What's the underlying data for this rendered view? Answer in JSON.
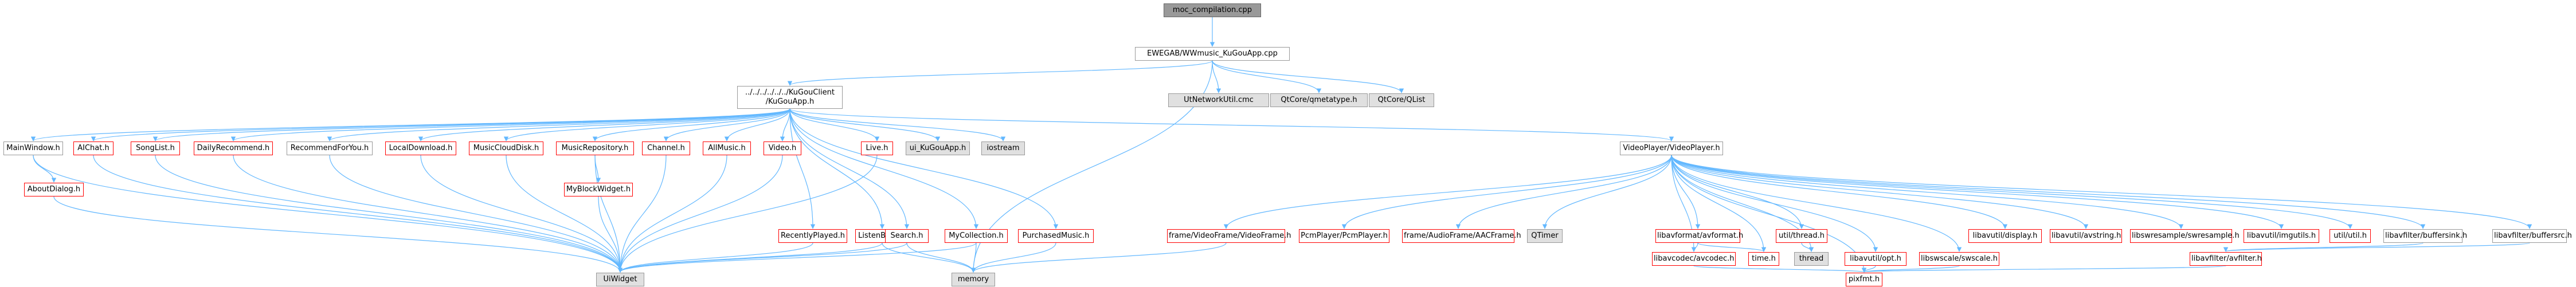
{
  "diagram": {
    "nodes": {
      "n_root": "moc_compilation.cpp",
      "n_kugou_cpp": "EWEGAB/WWmusic_KuGouApp.cpp",
      "n_kugou_h_l1": "../../../../../../KuGouClient",
      "n_kugou_h_l2": "/KuGouApp.h",
      "n_netutil": "UtNetworkUtil.cmc",
      "n_metatype": "QtCore/qmetatype.h",
      "n_qlist": "QtCore/QList",
      "n_mainwindow": "MainWindow.h",
      "n_aichat": "AIChat.h",
      "n_songlist": "SongList.h",
      "n_dailyrecommend": "DailyRecommend.h",
      "n_recommendforyou": "RecommendForYou.h",
      "n_localdownload": "LocalDownload.h",
      "n_musicclouddisk": "MusicCloudDisk.h",
      "n_musicrepository": "MusicRepository.h",
      "n_channel": "Channel.h",
      "n_allmusic": "AllMusic.h",
      "n_video": "Video.h",
      "n_live": "Live.h",
      "n_uikugouapp": "ui_KuGouApp.h",
      "n_iostream": "iostream",
      "n_videoplayer": "VideoPlayer/VideoPlayer.h",
      "n_aboutdialog": "AboutDialog.h",
      "n_myblockwidget": "MyBlockWidget.h",
      "n_recentlyplayed": "RecentlyPlayed.h",
      "n_listenbook": "ListenBook.h",
      "n_search": "Search.h",
      "n_mycollection": "MyCollection.h",
      "n_purchasedmusic": "PurchasedMusic.h",
      "n_uiwidget": "UiWidget",
      "n_memory": "memory",
      "n_videoframe": "frame/VideoFrame/VideoFrame.h",
      "n_pcmplayer": "PcmPlayer/PcmPlayer.h",
      "n_audioframe": "frame/AudioFrame/AACFrame.h",
      "n_qtimer": "QTimer",
      "n_avformat": "libavformat/avformat.h",
      "n_threadh": "util/thread.h",
      "n_avutilopt": "libavutil/opt.h",
      "n_swscale": "libswscale/swscale.h",
      "n_avdisplay": "libavutil/display.h",
      "n_avstring": "libavutil/avstring.h",
      "n_swresample": "libswresample/swresample.h",
      "n_imgutils": "libavutil/imgutils.h",
      "n_utilh": "util/util.h",
      "n_buffersink": "libavfilter/buffersink.h",
      "n_buffersrc": "libavfilter/buffersrc.h",
      "n_avcodec": "libavcodec/avcodec.h",
      "n_timeh": "time.h",
      "n_thread": "thread",
      "n_avfilter": "libavfilter/avfilter.h",
      "n_pixfmt": "pixfmt.h"
    },
    "colors": {
      "edge": "#63b8ff",
      "edge_dark": "#404040",
      "node_border": "#999999",
      "node_border_red": "#ff0000",
      "node_fill_gray": "#e0e0e0",
      "node_fill_dark": "#999999"
    },
    "edges": [
      [
        "n_root",
        "n_kugou_cpp"
      ],
      [
        "n_kugou_cpp",
        "n_kugou_h_l1"
      ],
      [
        "n_kugou_cpp",
        "n_netutil"
      ],
      [
        "n_kugou_cpp",
        "n_metatype"
      ],
      [
        "n_kugou_cpp",
        "n_qlist"
      ],
      [
        "n_kugou_cpp",
        "n_memory"
      ],
      [
        "n_kugou_h_l1",
        "n_mainwindow"
      ],
      [
        "n_kugou_h_l1",
        "n_aichat"
      ],
      [
        "n_kugou_h_l1",
        "n_songlist"
      ],
      [
        "n_kugou_h_l1",
        "n_dailyrecommend"
      ],
      [
        "n_kugou_h_l1",
        "n_recommendforyou"
      ],
      [
        "n_kugou_h_l1",
        "n_localdownload"
      ],
      [
        "n_kugou_h_l1",
        "n_musicclouddisk"
      ],
      [
        "n_kugou_h_l1",
        "n_musicrepository"
      ],
      [
        "n_kugou_h_l1",
        "n_channel"
      ],
      [
        "n_kugou_h_l1",
        "n_allmusic"
      ],
      [
        "n_kugou_h_l1",
        "n_video"
      ],
      [
        "n_kugou_h_l1",
        "n_live"
      ],
      [
        "n_kugou_h_l1",
        "n_uikugouapp"
      ],
      [
        "n_kugou_h_l1",
        "n_iostream"
      ],
      [
        "n_kugou_h_l1",
        "n_videoplayer"
      ],
      [
        "n_kugou_h_l1",
        "n_recentlyplayed"
      ],
      [
        "n_kugou_h_l1",
        "n_listenbook"
      ],
      [
        "n_kugou_h_l1",
        "n_search"
      ],
      [
        "n_kugou_h_l1",
        "n_mycollection"
      ],
      [
        "n_kugou_h_l1",
        "n_purchasedmusic"
      ],
      [
        "n_mainwindow",
        "n_aboutdialog"
      ],
      [
        "n_mainwindow",
        "n_uiwidget"
      ],
      [
        "n_aboutdialog",
        "n_uiwidget"
      ],
      [
        "n_aichat",
        "n_uiwidget"
      ],
      [
        "n_songlist",
        "n_uiwidget"
      ],
      [
        "n_dailyrecommend",
        "n_uiwidget"
      ],
      [
        "n_recommendforyou",
        "n_uiwidget"
      ],
      [
        "n_localdownload",
        "n_uiwidget"
      ],
      [
        "n_musicclouddisk",
        "n_uiwidget"
      ],
      [
        "n_musicrepository",
        "n_myblockwidget"
      ],
      [
        "n_musicrepository",
        "n_uiwidget"
      ],
      [
        "n_myblockwidget",
        "n_uiwidget"
      ],
      [
        "n_channel",
        "n_uiwidget"
      ],
      [
        "n_allmusic",
        "n_uiwidget"
      ],
      [
        "n_video",
        "n_uiwidget"
      ],
      [
        "n_live",
        "n_uiwidget"
      ],
      [
        "n_recentlyplayed",
        "n_uiwidget"
      ],
      [
        "n_listenbook",
        "n_uiwidget"
      ],
      [
        "n_listenbook",
        "n_memory"
      ],
      [
        "n_search",
        "n_uiwidget"
      ],
      [
        "n_search",
        "n_memory"
      ],
      [
        "n_mycollection",
        "n_uiwidget"
      ],
      [
        "n_mycollection",
        "n_memory"
      ],
      [
        "n_purchasedmusic",
        "n_memory"
      ],
      [
        "n_videoplayer",
        "n_videoframe"
      ],
      [
        "n_videoplayer",
        "n_pcmplayer"
      ],
      [
        "n_videoplayer",
        "n_audioframe"
      ],
      [
        "n_videoplayer",
        "n_qtimer"
      ],
      [
        "n_videoplayer",
        "n_avformat"
      ],
      [
        "n_videoplayer",
        "n_threadh"
      ],
      [
        "n_videoplayer",
        "n_avutilopt"
      ],
      [
        "n_videoplayer",
        "n_swscale"
      ],
      [
        "n_videoplayer",
        "n_avdisplay"
      ],
      [
        "n_videoplayer",
        "n_avstring"
      ],
      [
        "n_videoplayer",
        "n_swresample"
      ],
      [
        "n_videoplayer",
        "n_imgutils"
      ],
      [
        "n_videoplayer",
        "n_utilh"
      ],
      [
        "n_videoplayer",
        "n_buffersink"
      ],
      [
        "n_videoplayer",
        "n_buffersrc"
      ],
      [
        "n_videoplayer",
        "n_timeh"
      ],
      [
        "n_videoplayer",
        "n_thread"
      ],
      [
        "n_videoplayer",
        "n_avcodec"
      ],
      [
        "n_videoplayer",
        "n_pixfmt"
      ],
      [
        "n_videoframe",
        "n_memory"
      ],
      [
        "n_avformat",
        "n_avcodec"
      ],
      [
        "n_avformat",
        "n_timeh"
      ],
      [
        "n_threadh",
        "n_thread"
      ],
      [
        "n_avcodec",
        "n_pixfmt"
      ],
      [
        "n_avutilopt",
        "n_pixfmt"
      ],
      [
        "n_swscale",
        "n_pixfmt"
      ],
      [
        "n_buffersink",
        "n_avfilter"
      ],
      [
        "n_buffersrc",
        "n_avfilter"
      ],
      [
        "n_avfilter",
        "n_pixfmt"
      ]
    ]
  }
}
